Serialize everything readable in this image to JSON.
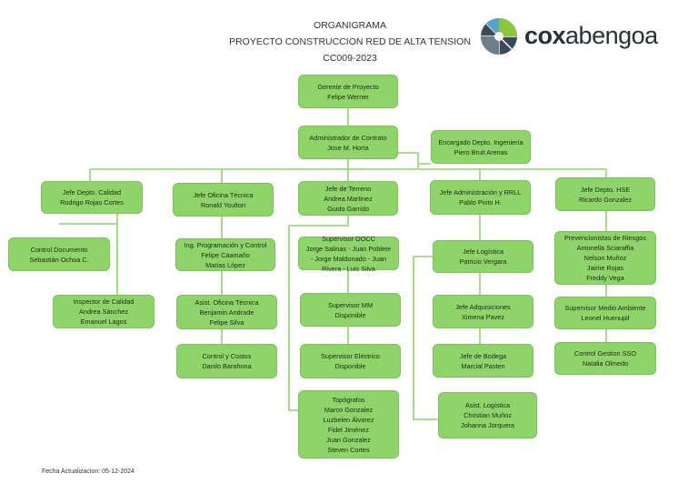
{
  "header": {
    "title": "ORGANIGRAMA",
    "subtitle": "PROYECTO CONSTRUCCION RED DE ALTA TENSION",
    "code": "CC009-2023"
  },
  "logo": {
    "brand_bold": "cox",
    "brand_rest": "abengoa"
  },
  "colors": {
    "box_fill": "#8fd46a",
    "box_border": "#7bc257",
    "line": "#8fd46a"
  },
  "nodes": {
    "gerente": [
      "Gerente de Proyecto",
      "Felipe Werner"
    ],
    "admin": [
      "Administrador de Contrato",
      "Jose M. Horta"
    ],
    "ingenieria": [
      "Encargado Depto. Ingeniería",
      "Piero Bruit Arenas"
    ],
    "calidad": [
      "Jefe Depto. Calidad",
      "Rodrigo Rojas Cortes"
    ],
    "oficina": [
      "Jefe Oficina Técnica",
      "Ronald Youlton"
    ],
    "terreno": [
      "Jefe de Terreno",
      "Andrea Martinez",
      "Guido Garrido"
    ],
    "administracion": [
      "Jefe Administración y RRLL",
      "Pablo Pinto H."
    ],
    "hse": [
      "Jefe Depto. HSE",
      "Ricardo Gonzalez"
    ],
    "control_doc": [
      "Control Documento",
      "Sebastián Ochoa C."
    ],
    "inspector": [
      "Inspector de Calidad",
      "Andrea Sánchez",
      "Emanuel Lagos"
    ],
    "programacion": [
      "Ing. Programación y Control",
      "Felipe Caamaño",
      "Matías López"
    ],
    "asist_oficina": [
      "Asist. Oficina Técnica",
      "Benjamin Andrade",
      "Felipe Silva"
    ],
    "costos": [
      "Control y Costos",
      "Danilo Barahona"
    ],
    "ooccc": [
      "Supervisor OOCC",
      "Jorge Salinas - Juan Poblete",
      "- Jorge Maldonado - Juan",
      "Rivera - Luis Silva"
    ],
    "mm": [
      "Supervisor MM",
      "Disponible"
    ],
    "electrico": [
      "Supervisor Eléctrico",
      "Disponible"
    ],
    "topografos": [
      "Topógrafos",
      "Marco Gonzalez",
      "Luzbelen Álvarez",
      "Fidel Jiménez",
      "Juan Gonzalez",
      "Steven Cortes"
    ],
    "logistica": [
      "Jefe Logística",
      "Patricio Vergara"
    ],
    "adquisiciones": [
      "Jefe Adquisiciones",
      "Ximena Pavez"
    ],
    "bodega": [
      "Jefe de Bodega",
      "Marcial Pasten"
    ],
    "asist_logistica": [
      "Asist. Logística",
      "Christian Muñoz",
      "Johanna Jorquera"
    ],
    "prevencionistas": [
      "Prevencionistas de Riesgos",
      "Antonella Sciaraffia",
      "Nelson Muñoz",
      "Jaime Rojas",
      "Freddy Vega"
    ],
    "medio_ambiente": [
      "Supervisor Medio Ambiente",
      "Leonel Huenupil"
    ],
    "sso": [
      "Control Gestion SSO",
      "Natalia Olmedo"
    ]
  },
  "footer": {
    "updated": "Fecha Actualizacion: 05-12-2024"
  }
}
